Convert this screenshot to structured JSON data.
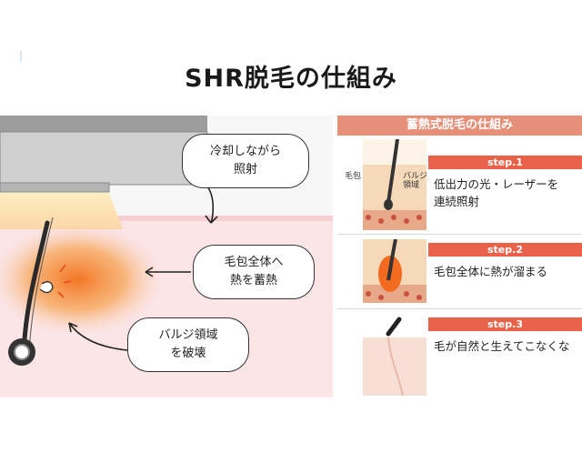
{
  "title": "SHR脱毛の仕組み",
  "left": {
    "bubble_cool": [
      "冷却しながら",
      "照射"
    ],
    "bubble_heat": [
      "毛包全体へ",
      "熱を蓄熱"
    ],
    "bubble_bulge": [
      "バルジ領域",
      "を破壊"
    ]
  },
  "right": {
    "header": "蓄熱式脱毛の仕組み",
    "label_follicle": "毛包",
    "label_bulge": [
      "バルジ",
      "領域"
    ],
    "steps": [
      {
        "label": "step.1",
        "text": [
          "低出力の光・レーザーを",
          "連続照射"
        ]
      },
      {
        "label": "step.2",
        "text": [
          "毛包全体に熱が溜まる"
        ]
      },
      {
        "label": "step.3",
        "text": [
          "毛が自然と生えてこなくな"
        ]
      }
    ]
  },
  "colors": {
    "accent": "#e86149",
    "header": "#e6907a",
    "skin": "#fbe3e5",
    "heat": "#f28a2c"
  }
}
